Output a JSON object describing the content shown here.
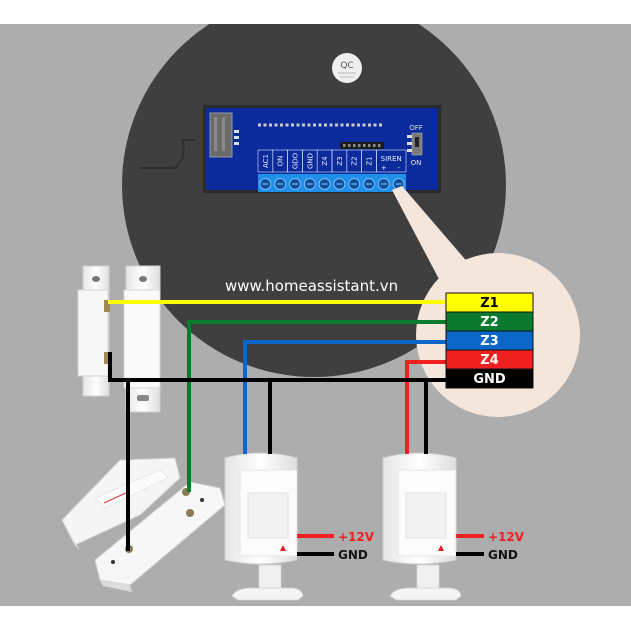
{
  "watermark": "www.homeassistant.vn",
  "control_panel": {
    "qc_sticker": "QC",
    "dip_switch": {
      "off_label": "OFF",
      "on_label": "ON"
    },
    "terminals": [
      "AC1",
      "ON",
      "GDO",
      "GND",
      "Z4",
      "Z3",
      "Z2",
      "Z1",
      "SIREN"
    ],
    "siren_polarity": [
      "+",
      "-"
    ]
  },
  "zone_legend": [
    {
      "label": "Z1",
      "color": "#ffff00",
      "text_color": "#000000"
    },
    {
      "label": "Z2",
      "color": "#0a7a2e",
      "text_color": "#ffffff"
    },
    {
      "label": "Z3",
      "color": "#0b66c8",
      "text_color": "#ffffff"
    },
    {
      "label": "Z4",
      "color": "#f02020",
      "text_color": "#ffffff"
    },
    {
      "label": "GND",
      "color": "#000000",
      "text_color": "#ffffff"
    }
  ],
  "pir_sensors": [
    {
      "power_label": "+12V",
      "ground_label": "GND"
    },
    {
      "power_label": "+12V",
      "ground_label": "GND"
    }
  ],
  "colors": {
    "background": "#adadad",
    "panel": "#3f3f3f",
    "pcb": "#0b2a9c",
    "callout": "#f5e6dc",
    "power_wire": "#f02020",
    "ground_wire": "#000000"
  }
}
